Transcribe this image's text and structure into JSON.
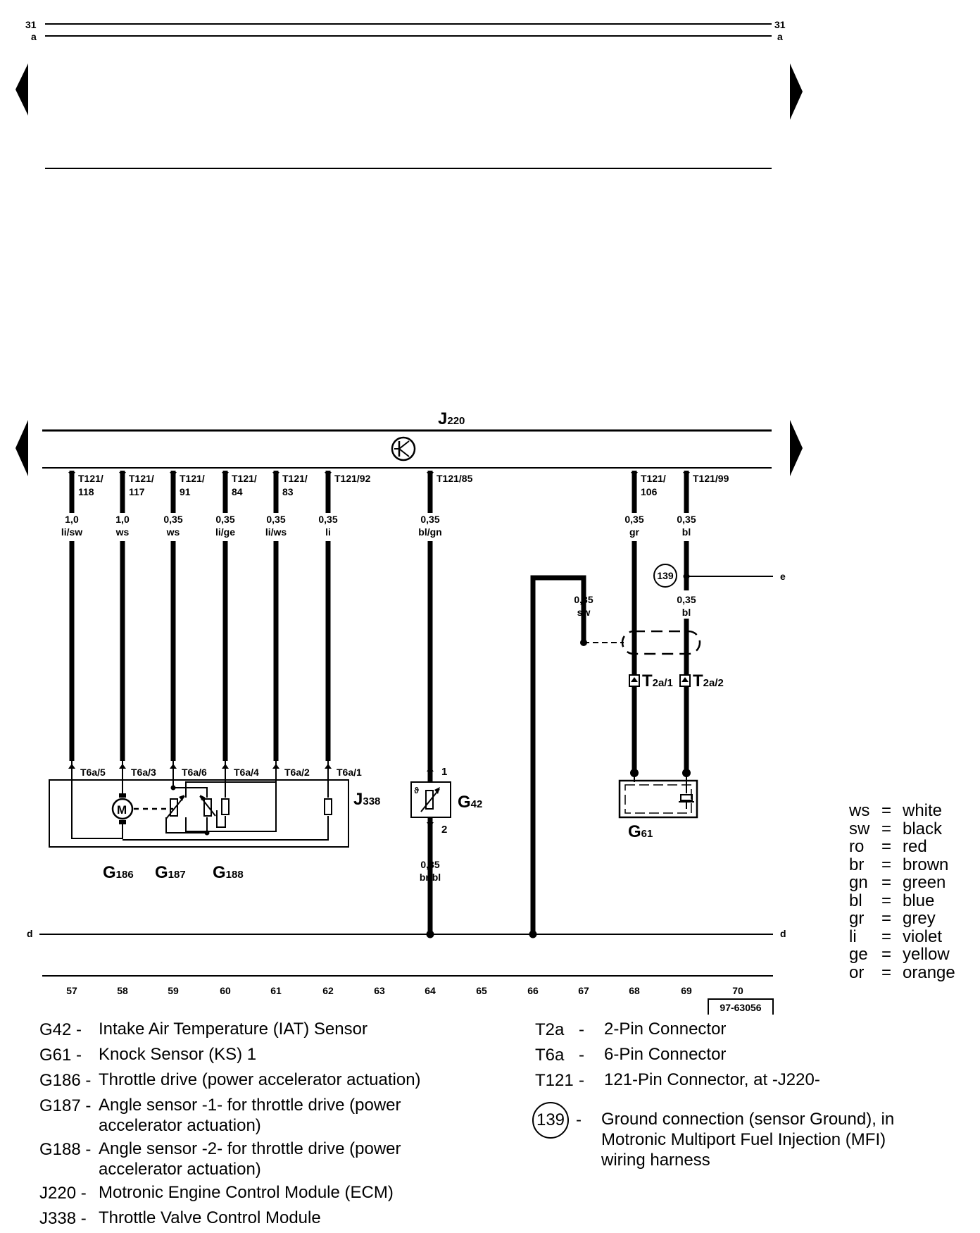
{
  "header": {
    "top_left_num": "31",
    "top_left_sub": "a",
    "top_right_num": "31",
    "top_right_sub": "a"
  },
  "ecm_label": {
    "main": "J",
    "sub": "220"
  },
  "ecm_pins": [
    {
      "line1": "T121/",
      "line2": "118",
      "size": "1,0",
      "color": "li/sw"
    },
    {
      "line1": "T121/",
      "line2": "117",
      "size": "1,0",
      "color": "ws"
    },
    {
      "line1": "T121/",
      "line2": "91",
      "size": "0,35",
      "color": "ws"
    },
    {
      "line1": "T121/",
      "line2": "84",
      "size": "0,35",
      "color": "li/ge"
    },
    {
      "line1": "T121/",
      "line2": "83",
      "size": "0,35",
      "color": "li/ws"
    },
    {
      "line1": "T121/92",
      "line2": "",
      "size": "0,35",
      "color": "li"
    },
    {
      "line1": "T121/85",
      "line2": "",
      "size": "0,35",
      "color": "bl/gn"
    },
    {
      "line1": "T121/",
      "line2": "106",
      "size": "0,35",
      "color": "gr"
    },
    {
      "line1": "T121/99",
      "line2": "",
      "size": "0,35",
      "color": "bl"
    }
  ],
  "t6a_pins": [
    "T6a/5",
    "T6a/3",
    "T6a/6",
    "T6a/4",
    "T6a/2",
    "T6a/1"
  ],
  "j338_label": {
    "main": "J",
    "sub": "338"
  },
  "g42": {
    "main": "G",
    "sub": "42",
    "pin1": "1",
    "pin2": "2",
    "size": "0,35",
    "color": "br/bl"
  },
  "g61_label": {
    "main": "G",
    "sub": "61"
  },
  "sensors": [
    {
      "main": "G",
      "sub": "186"
    },
    {
      "main": "G",
      "sub": "187"
    },
    {
      "main": "G",
      "sub": "188"
    }
  ],
  "ground_139": {
    "id": "139",
    "line_label": "e",
    "size": "0,35",
    "color": "bl"
  },
  "shield_wire": {
    "size": "0,35",
    "color": "sw"
  },
  "t2a": [
    {
      "main": "T",
      "sub": "2a/1"
    },
    {
      "main": "T",
      "sub": "2a/2"
    }
  ],
  "line_d": "d",
  "grid_numbers": [
    "57",
    "58",
    "59",
    "60",
    "61",
    "62",
    "63",
    "64",
    "65",
    "66",
    "67",
    "68",
    "69",
    "70"
  ],
  "figure_id": "97-63056",
  "color_key": [
    {
      "abbr": "ws",
      "name": "white"
    },
    {
      "abbr": "sw",
      "name": "black"
    },
    {
      "abbr": "ro",
      "name": "red"
    },
    {
      "abbr": "br",
      "name": "brown"
    },
    {
      "abbr": "gn",
      "name": "green"
    },
    {
      "abbr": "bl",
      "name": "blue"
    },
    {
      "abbr": "gr",
      "name": "grey"
    },
    {
      "abbr": "li",
      "name": "violet"
    },
    {
      "abbr": "ge",
      "name": "yellow"
    },
    {
      "abbr": "or",
      "name": "orange"
    }
  ],
  "legend_left": [
    {
      "code": "G42",
      "dash": "-",
      "desc": "Intake Air Temperature (IAT) Sensor"
    },
    {
      "code": "G61",
      "dash": "-",
      "desc": "Knock Sensor (KS) 1"
    },
    {
      "code": "G186 -",
      "dash": "",
      "desc": "Throttle drive (power accelerator actuation)"
    },
    {
      "code": "G187 -",
      "dash": "",
      "desc": "Angle sensor -1- for throttle drive (power accelerator  actuation)"
    },
    {
      "code": "G188 -",
      "dash": "",
      "desc": "Angle sensor -2- for throttle drive (power accelerator actuation)"
    },
    {
      "code": "J220 -",
      "dash": "",
      "desc": "Motronic Engine Control Module (ECM)"
    },
    {
      "code": "J338 -",
      "dash": "",
      "desc": "Throttle Valve Control Module"
    }
  ],
  "legend_right": [
    {
      "code": "T2a",
      "dash": "-",
      "desc": "2-Pin Connector"
    },
    {
      "code": "T6a",
      "dash": "-",
      "desc": "6-Pin Connector"
    },
    {
      "code": "T121",
      "dash": "-",
      "desc": "121-Pin Connector, at -J220-"
    }
  ],
  "legend_ground": {
    "id": "139",
    "dash": "-",
    "desc": "Ground connection (sensor Ground), in Motronic Multiport Fuel Injection (MFI) wiring harness"
  }
}
